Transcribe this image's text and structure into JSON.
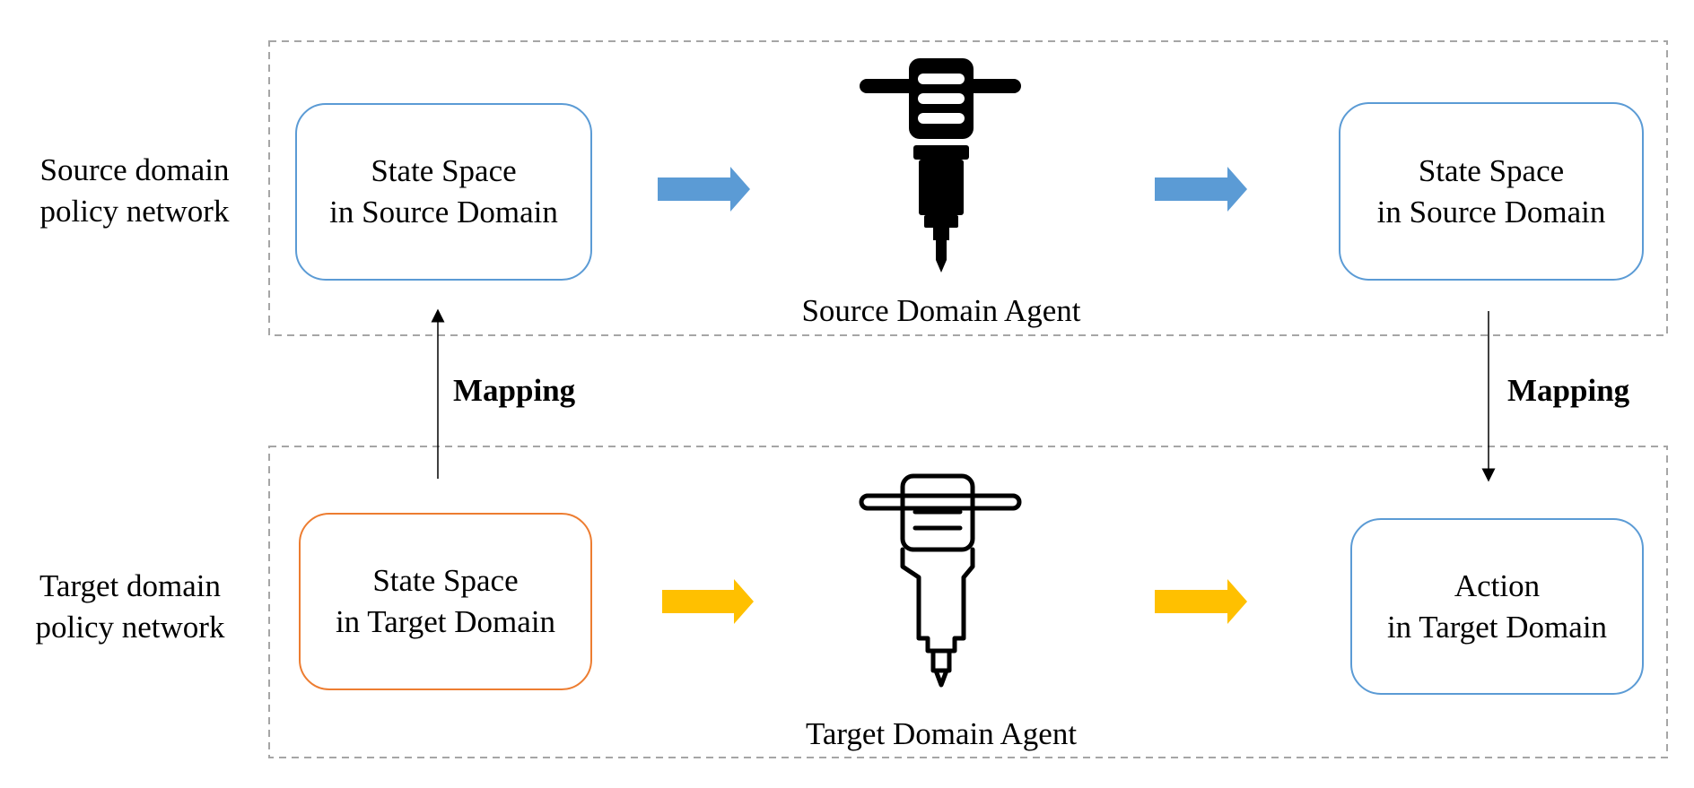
{
  "row_labels": {
    "source": "Source domain\npolicy network",
    "target": "Target domain\npolicy network"
  },
  "source_row": {
    "state_box": "State Space\nin Source Domain",
    "agent_label": "Source Domain Agent",
    "output_box": "State Space\nin Source Domain"
  },
  "target_row": {
    "state_box": "State Space\nin Target Domain",
    "agent_label": "Target Domain Agent",
    "output_box": "Action\nin Target Domain"
  },
  "mapping_left": "Mapping",
  "mapping_right": "Mapping",
  "colors": {
    "source_arrow": "#5B9BD5",
    "target_arrow": "#FFC000",
    "blue_border": "#5B9BD5",
    "orange_border": "#ED7D31",
    "panel_border": "#A6A6A6"
  },
  "icons": {
    "source_agent": "jackhammer-solid-icon",
    "target_agent": "jackhammer-outline-icon"
  }
}
